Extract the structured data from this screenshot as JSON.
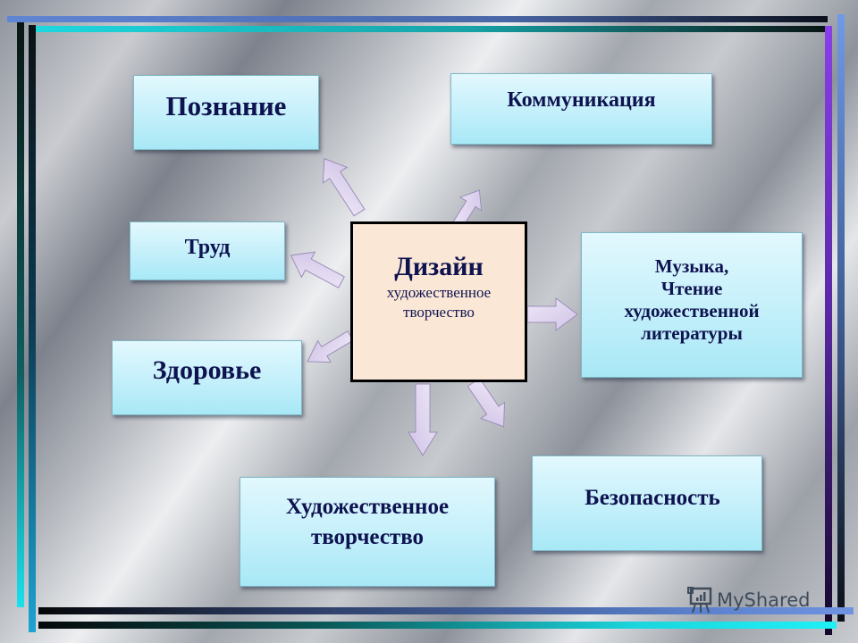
{
  "diagram": {
    "center": {
      "title": "Дизайн",
      "subtitle_line1": "художественное",
      "subtitle_line2": "творчество"
    },
    "nodes": {
      "poznanie": "Познание",
      "kommunikaciya": "Коммуникация",
      "trud": "Труд",
      "zdorovye": "Здоровье",
      "muzyka_line1": "Музыка,",
      "muzyka_line2": "Чтение",
      "muzyka_line3": "художественной",
      "muzyka_line4": "литературы",
      "hud_line1": "Художественное",
      "hud_line2": "творчество",
      "bezopasnost": "Безопасность"
    },
    "edges": [
      {
        "from": "center",
        "to": "Познание"
      },
      {
        "from": "center",
        "to": "Коммуникация"
      },
      {
        "from": "center",
        "to": "Труд"
      },
      {
        "from": "center",
        "to": "Здоровье"
      },
      {
        "from": "center",
        "to": "Музыка, Чтение художественной литературы"
      },
      {
        "from": "center",
        "to": "Художественное творчество"
      },
      {
        "from": "center",
        "to": "Безопасность"
      }
    ],
    "colors": {
      "box_fill": "#c9f1fb",
      "center_fill": "#fbe7d6",
      "text": "#0e1350",
      "arrow": "#ddd3ee"
    }
  },
  "watermark": {
    "text": "MyShared"
  }
}
